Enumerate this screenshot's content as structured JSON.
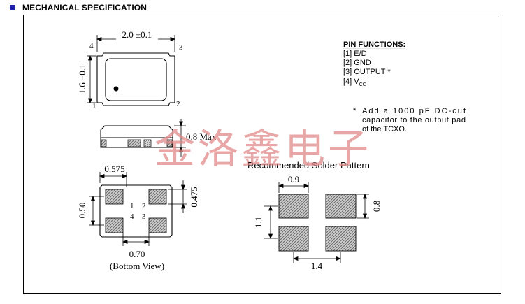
{
  "header": {
    "title": "MECHANICAL SPECIFICATION"
  },
  "top_view": {
    "width_dim": "2.0 ±0.1",
    "height_dim": "1.6 ±0.1",
    "corner_labels": [
      "4",
      "3",
      "1",
      "2"
    ]
  },
  "side_view": {
    "height_dim": "0.8 Max"
  },
  "bottom_view": {
    "pad_width_dim": "0.575",
    "pad_height_dim": "0.475",
    "pad_pitch_vertical": "0.50",
    "pad_pitch_horizontal": "0.70",
    "pin_numbers": [
      "1",
      "2",
      "4",
      "3"
    ],
    "caption": "(Bottom View)"
  },
  "pin_functions": {
    "title": "PIN FUNCTIONS:",
    "items": [
      "[1] E/D",
      "[2] GND",
      "[3] OUTPUT *",
      "[4] V"
    ],
    "vcc_subscript": "CC"
  },
  "note": {
    "marker": "*",
    "lines": [
      "Add a 1000 pF DC-cut",
      "capacitor to the output pad",
      "of the TCXO."
    ]
  },
  "solder_pattern": {
    "title": "Recommended Solder Pattern",
    "pad_width_dim": "0.9",
    "pad_height_dim": "0.8",
    "pitch_vertical": "1.1",
    "pitch_horizontal": "1.4"
  },
  "watermark": {
    "text": "金洛鑫电子"
  }
}
